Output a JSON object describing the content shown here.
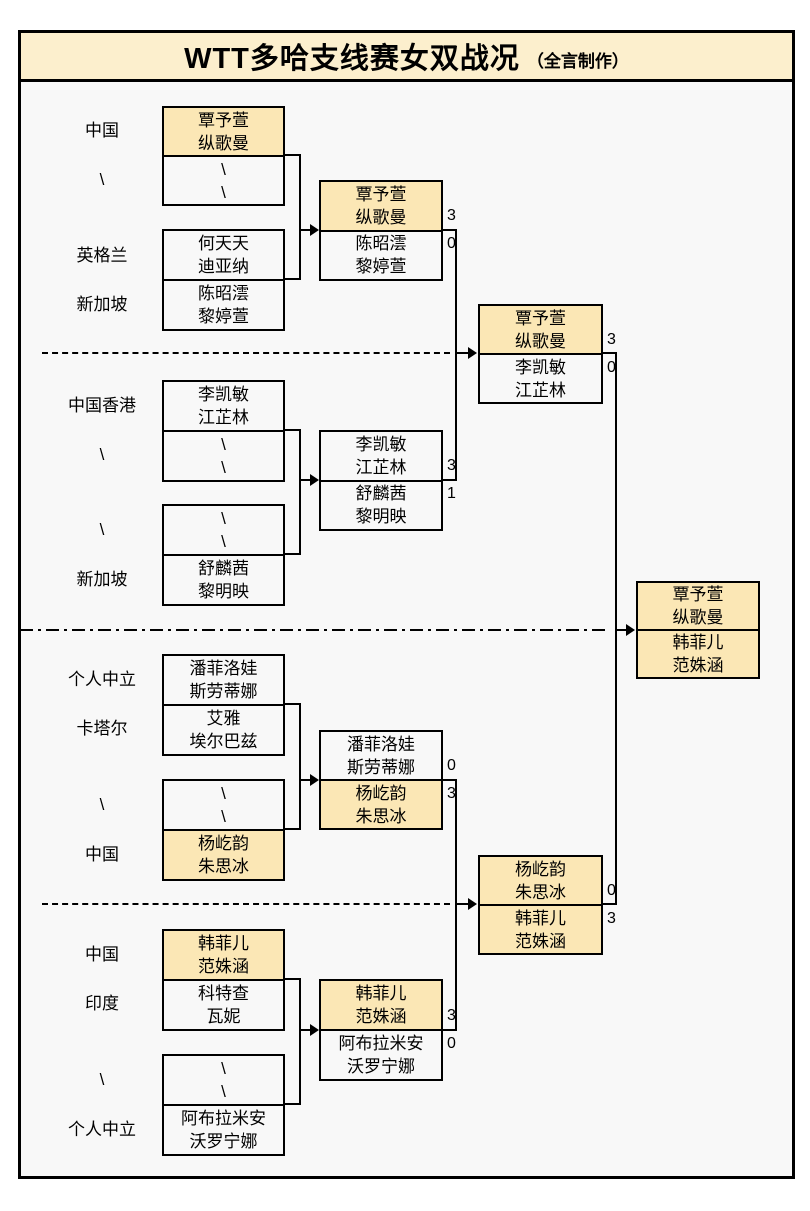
{
  "title": {
    "main": "WTT多哈支线赛女双战况",
    "credit": "（全言制作）"
  },
  "colors": {
    "highlight": "#fbe7b5",
    "title_bg": "#fcefcd",
    "panel_bg": "#f8f8f8",
    "line": "#000000"
  },
  "labels": {
    "q1": [
      "中国",
      "\\",
      "英格兰",
      "新加坡"
    ],
    "q2": [
      "中国香港",
      "\\",
      "\\",
      "新加坡"
    ],
    "q3": [
      "个人中立",
      "卡塔尔",
      "\\",
      "中国"
    ],
    "q4": [
      "中国",
      "印度",
      "\\",
      "个人中立"
    ]
  },
  "r1": {
    "q1": [
      {
        "l1": "覃予萱",
        "l2": "纵歌曼",
        "hl": true
      },
      {
        "l1": "\\",
        "l2": "\\",
        "hl": false
      },
      {
        "l1": "何天天",
        "l2": "迪亚纳",
        "hl": false
      },
      {
        "l1": "陈昭澐",
        "l2": "黎婷萱",
        "hl": false
      }
    ],
    "q2": [
      {
        "l1": "李凯敏",
        "l2": "江芷林",
        "hl": false
      },
      {
        "l1": "\\",
        "l2": "\\",
        "hl": false
      },
      {
        "l1": "\\",
        "l2": "\\",
        "hl": false
      },
      {
        "l1": "舒麟茜",
        "l2": "黎明映",
        "hl": false
      }
    ],
    "q3": [
      {
        "l1": "潘菲洛娃",
        "l2": "斯劳蒂娜",
        "hl": false
      },
      {
        "l1": "艾雅",
        "l2": "埃尔巴兹",
        "hl": false
      },
      {
        "l1": "\\",
        "l2": "\\",
        "hl": false
      },
      {
        "l1": "杨屹韵",
        "l2": "朱思冰",
        "hl": true
      }
    ],
    "q4": [
      {
        "l1": "韩菲儿",
        "l2": "范姝涵",
        "hl": true
      },
      {
        "l1": "科特查",
        "l2": "瓦妮",
        "hl": false
      },
      {
        "l1": "\\",
        "l2": "\\",
        "hl": false
      },
      {
        "l1": "阿布拉米安",
        "l2": "沃罗宁娜",
        "hl": false
      }
    ]
  },
  "r2": {
    "q1": {
      "top": {
        "l1": "覃予萱",
        "l2": "纵歌曼",
        "hl": true,
        "score": "3"
      },
      "bottom": {
        "l1": "陈昭澐",
        "l2": "黎婷萱",
        "hl": false,
        "score": "0"
      }
    },
    "q2": {
      "top": {
        "l1": "李凯敏",
        "l2": "江芷林",
        "hl": false,
        "score": "3"
      },
      "bottom": {
        "l1": "舒麟茜",
        "l2": "黎明映",
        "hl": false,
        "score": "1"
      }
    },
    "q3": {
      "top": {
        "l1": "潘菲洛娃",
        "l2": "斯劳蒂娜",
        "hl": false,
        "score": "0"
      },
      "bottom": {
        "l1": "杨屹韵",
        "l2": "朱思冰",
        "hl": true,
        "score": "3"
      }
    },
    "q4": {
      "top": {
        "l1": "韩菲儿",
        "l2": "范姝涵",
        "hl": true,
        "score": "3"
      },
      "bottom": {
        "l1": "阿布拉米安",
        "l2": "沃罗宁娜",
        "hl": false,
        "score": "0"
      }
    }
  },
  "sf": {
    "sf1": {
      "top": {
        "l1": "覃予萱",
        "l2": "纵歌曼",
        "hl": true,
        "score": "3"
      },
      "bottom": {
        "l1": "李凯敏",
        "l2": "江芷林",
        "hl": false,
        "score": "0"
      }
    },
    "sf2": {
      "top": {
        "l1": "杨屹韵",
        "l2": "朱思冰",
        "hl": true,
        "score": "0"
      },
      "bottom": {
        "l1": "韩菲儿",
        "l2": "范姝涵",
        "hl": true,
        "score": "3"
      }
    }
  },
  "final": {
    "top": {
      "l1": "覃予萱",
      "l2": "纵歌曼",
      "hl": true
    },
    "bottom": {
      "l1": "韩菲儿",
      "l2": "范姝涵",
      "hl": true
    }
  }
}
